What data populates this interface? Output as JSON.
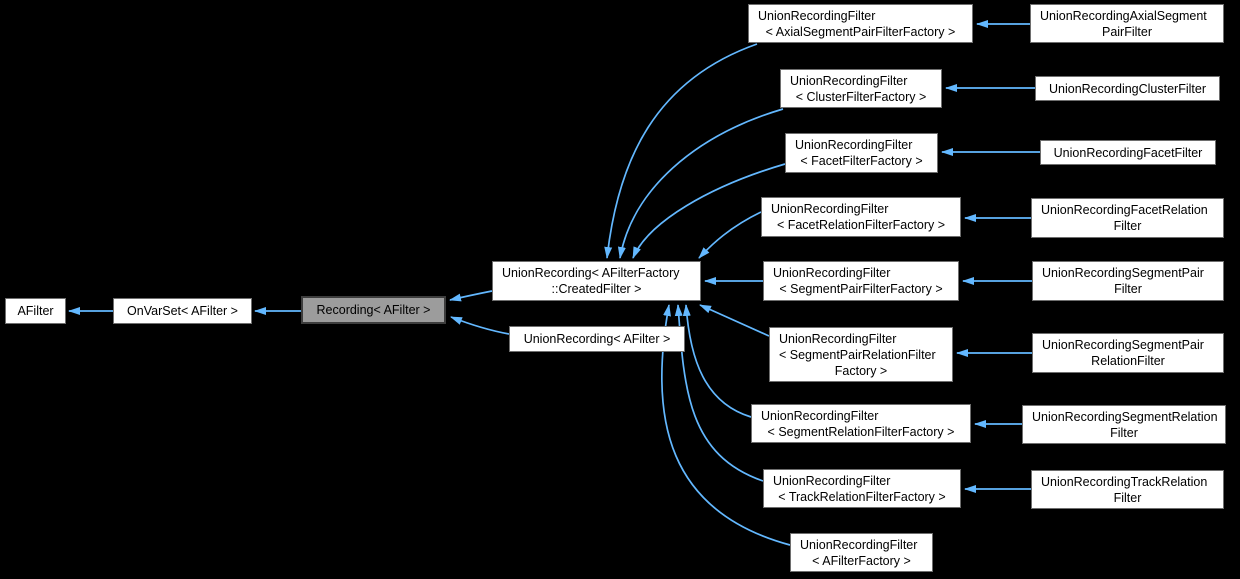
{
  "diagram": {
    "kind": "class-inheritance-graph",
    "colors": {
      "background": "#000000",
      "node_fill": "#ffffff",
      "node_border": "#6e6e6e",
      "highlight_fill": "#9c9c9c",
      "highlight_border": "#3d3d3d",
      "edge_color": "#63b8ff",
      "text_color": "#000000"
    }
  },
  "nodes": {
    "afilter": {
      "lines": [
        "AFilter"
      ]
    },
    "onvarset": {
      "lines": [
        "OnVarSet< AFilter >"
      ]
    },
    "recording": {
      "lines": [
        "Recording< AFilter >"
      ],
      "highlighted": true
    },
    "created": {
      "lines": [
        "UnionRecording< AFilterFactory",
        "::CreatedFilter >"
      ]
    },
    "union_afilter": {
      "lines": [
        "UnionRecording< AFilter >"
      ]
    },
    "t_axial": {
      "lines": [
        "UnionRecordingFilter",
        "< AxialSegmentPairFilterFactory >"
      ]
    },
    "t_cluster": {
      "lines": [
        "UnionRecordingFilter",
        "< ClusterFilterFactory >"
      ]
    },
    "t_facet": {
      "lines": [
        "UnionRecordingFilter",
        "< FacetFilterFactory >"
      ]
    },
    "t_facetrel": {
      "lines": [
        "UnionRecordingFilter",
        "< FacetRelationFilterFactory >"
      ]
    },
    "t_segpair": {
      "lines": [
        "UnionRecordingFilter",
        "< SegmentPairFilterFactory >"
      ]
    },
    "t_segpairrel": {
      "lines": [
        "UnionRecordingFilter",
        "< SegmentPairRelationFilter",
        "Factory >"
      ]
    },
    "t_segrel": {
      "lines": [
        "UnionRecordingFilter",
        "< SegmentRelationFilterFactory >"
      ]
    },
    "t_trackrel": {
      "lines": [
        "UnionRecordingFilter",
        "< TrackRelationFilterFactory >"
      ]
    },
    "t_afactory": {
      "lines": [
        "UnionRecordingFilter",
        "< AFilterFactory >"
      ]
    },
    "r_axial": {
      "lines": [
        "UnionRecordingAxialSegment",
        "PairFilter"
      ]
    },
    "r_cluster": {
      "lines": [
        "UnionRecordingClusterFilter"
      ]
    },
    "r_facet": {
      "lines": [
        "UnionRecordingFacetFilter"
      ]
    },
    "r_facetrel": {
      "lines": [
        "UnionRecordingFacetRelation",
        "Filter"
      ]
    },
    "r_segpair": {
      "lines": [
        "UnionRecordingSegmentPair",
        "Filter"
      ]
    },
    "r_segpairrel": {
      "lines": [
        "UnionRecordingSegmentPair",
        "RelationFilter"
      ]
    },
    "r_segrel": {
      "lines": [
        "UnionRecordingSegmentRelation",
        "Filter"
      ]
    },
    "r_trackrel": {
      "lines": [
        "UnionRecordingTrackRelation",
        "Filter"
      ]
    }
  },
  "edges": [
    {
      "from": "OnVarSet< AFilter >",
      "to": "AFilter"
    },
    {
      "from": "Recording< AFilter >",
      "to": "OnVarSet< AFilter >"
    },
    {
      "from": "UnionRecording< AFilterFactory::CreatedFilter >",
      "to": "Recording< AFilter >"
    },
    {
      "from": "UnionRecording< AFilter >",
      "to": "Recording< AFilter >"
    },
    {
      "from": "UnionRecordingFilter< AxialSegmentPairFilterFactory >",
      "to": "UnionRecording< AFilterFactory::CreatedFilter >"
    },
    {
      "from": "UnionRecordingFilter< ClusterFilterFactory >",
      "to": "UnionRecording< AFilterFactory::CreatedFilter >"
    },
    {
      "from": "UnionRecordingFilter< FacetFilterFactory >",
      "to": "UnionRecording< AFilterFactory::CreatedFilter >"
    },
    {
      "from": "UnionRecordingFilter< FacetRelationFilterFactory >",
      "to": "UnionRecording< AFilterFactory::CreatedFilter >"
    },
    {
      "from": "UnionRecordingFilter< SegmentPairFilterFactory >",
      "to": "UnionRecording< AFilterFactory::CreatedFilter >"
    },
    {
      "from": "UnionRecordingFilter< SegmentPairRelationFilterFactory >",
      "to": "UnionRecording< AFilterFactory::CreatedFilter >"
    },
    {
      "from": "UnionRecordingFilter< SegmentRelationFilterFactory >",
      "to": "UnionRecording< AFilterFactory::CreatedFilter >"
    },
    {
      "from": "UnionRecordingFilter< TrackRelationFilterFactory >",
      "to": "UnionRecording< AFilterFactory::CreatedFilter >"
    },
    {
      "from": "UnionRecordingFilter< AFilterFactory >",
      "to": "UnionRecording< AFilterFactory::CreatedFilter >"
    },
    {
      "from": "UnionRecordingAxialSegmentPairFilter",
      "to": "UnionRecordingFilter< AxialSegmentPairFilterFactory >"
    },
    {
      "from": "UnionRecordingClusterFilter",
      "to": "UnionRecordingFilter< ClusterFilterFactory >"
    },
    {
      "from": "UnionRecordingFacetFilter",
      "to": "UnionRecordingFilter< FacetFilterFactory >"
    },
    {
      "from": "UnionRecordingFacetRelationFilter",
      "to": "UnionRecordingFilter< FacetRelationFilterFactory >"
    },
    {
      "from": "UnionRecordingSegmentPairFilter",
      "to": "UnionRecordingFilter< SegmentPairFilterFactory >"
    },
    {
      "from": "UnionRecordingSegmentPairRelationFilter",
      "to": "UnionRecordingFilter< SegmentPairRelationFilterFactory >"
    },
    {
      "from": "UnionRecordingSegmentRelationFilter",
      "to": "UnionRecordingFilter< SegmentRelationFilterFactory >"
    },
    {
      "from": "UnionRecordingTrackRelationFilter",
      "to": "UnionRecordingFilter< TrackRelationFilterFactory >"
    }
  ]
}
